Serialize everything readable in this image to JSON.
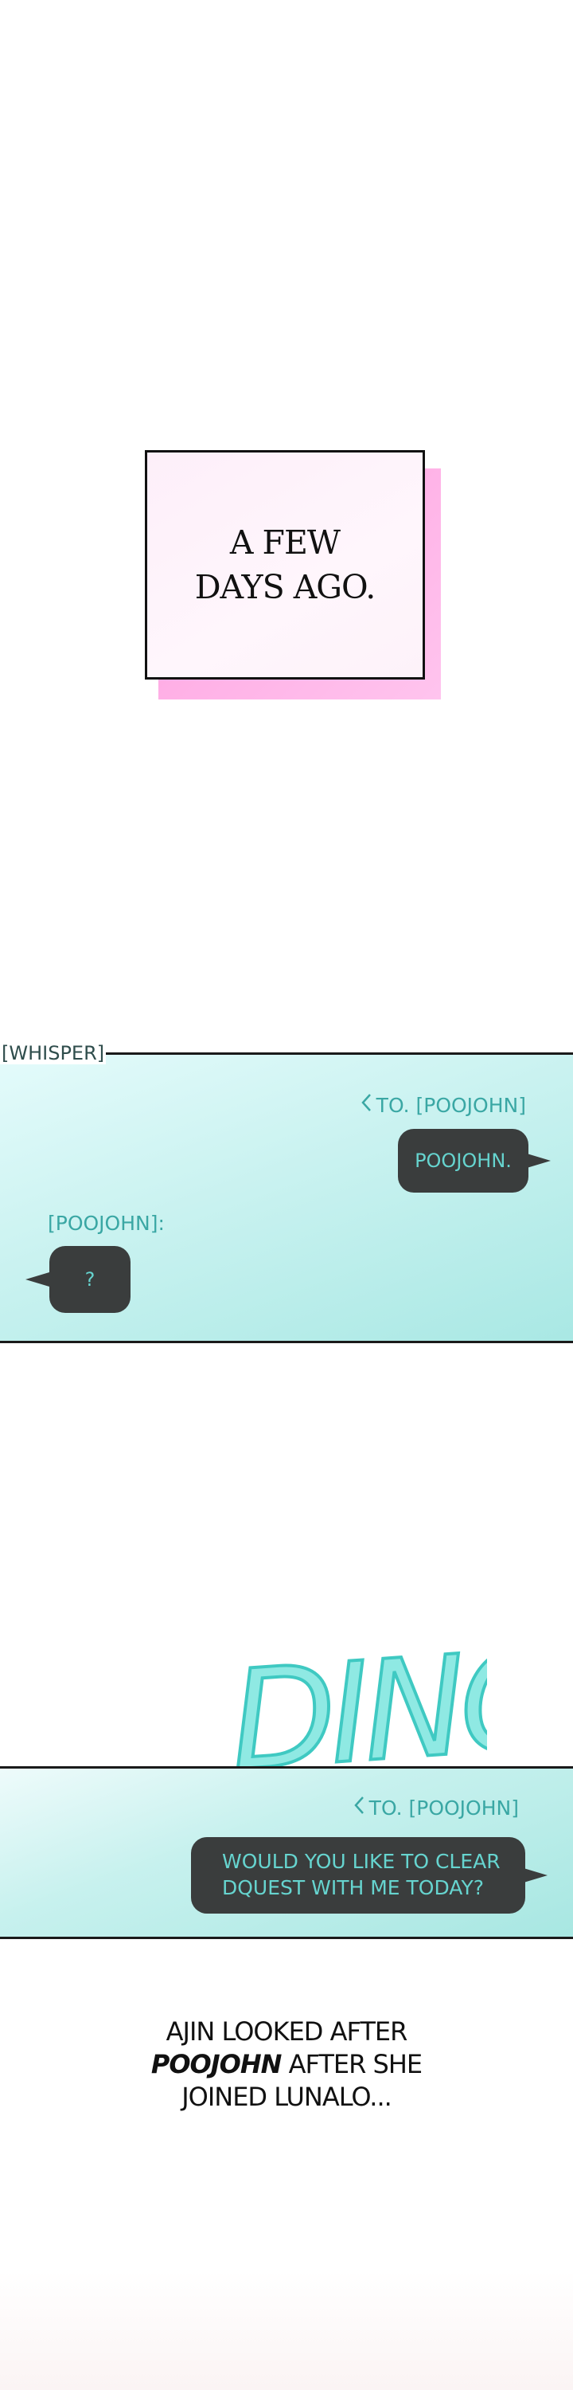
{
  "caption": {
    "text": "A FEW DAYS AGO."
  },
  "whisper_panel": {
    "label": "[WHISPER]",
    "outgoing_to": "TO. [POOJOHN]",
    "outgoing_message": "POOJOHN.",
    "incoming_from": "[POOJOHN]:",
    "incoming_message": "?"
  },
  "sound_effect": {
    "text": "DING"
  },
  "second_panel": {
    "outgoing_to": "TO. [POOJOHN]",
    "outgoing_message_line1": "WOULD YOU LIKE TO CLEAR",
    "outgoing_message_line2": "DQUEST WITH ME TODAY?"
  },
  "narration": {
    "line1": "AJIN LOOKED AFTER",
    "line2_emphasis": "POOJOHN",
    "line2_rest": " AFTER SHE",
    "line3": "JOINED LUNALO..."
  },
  "colors": {
    "caption_shadow": "#ff9fde",
    "panel_teal": "#b6ece8",
    "bubble_dark": "#3a3d3d",
    "bubble_text": "#66d4cf",
    "label_teal": "#3aa7a4",
    "sfx_teal": "#5fdcd6"
  },
  "icons": {
    "to_prefix": "chevron-left-icon"
  }
}
